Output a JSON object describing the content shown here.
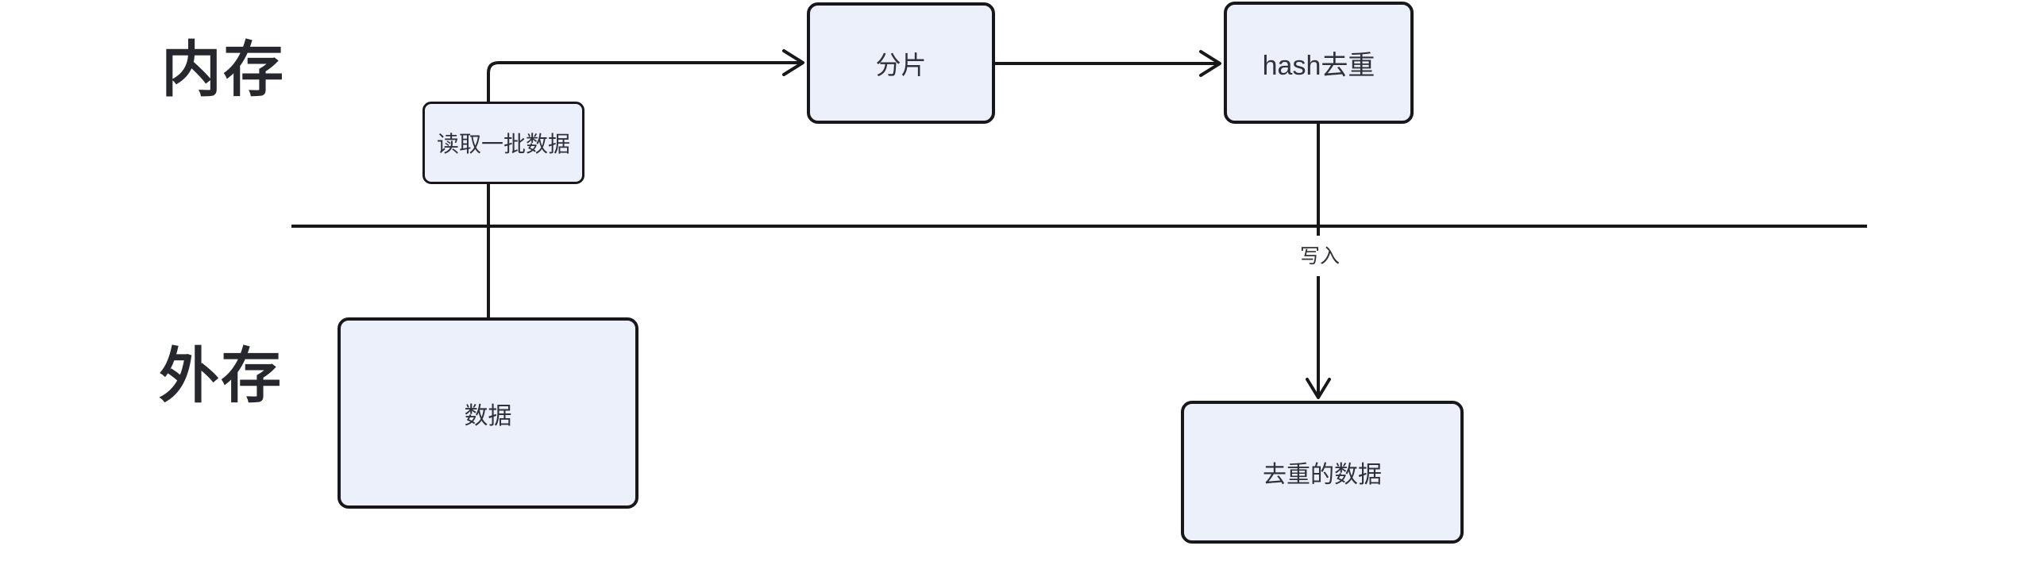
{
  "diagram": {
    "regions": {
      "memory": "内存",
      "disk": "外存"
    },
    "nodes": {
      "read_batch": {
        "label": "读取一批数据"
      },
      "shard": {
        "label": "分片"
      },
      "hash_dedup": {
        "label": "hash去重"
      },
      "data": {
        "label": "数据"
      },
      "dedup_data": {
        "label": "去重的数据"
      }
    },
    "edges": {
      "data_to_shard": {
        "from": "数据",
        "to": "分片",
        "label": ""
      },
      "shard_to_hash": {
        "from": "分片",
        "to": "hash去重",
        "label": ""
      },
      "hash_to_dedup": {
        "from": "hash去重",
        "to": "去重的数据",
        "label": "写入"
      }
    },
    "palette": {
      "stroke": "#18181b",
      "node_fill": "#ebf0fb",
      "node_text": "#2f3238",
      "region_text": "#26282e",
      "background": "#ffffff"
    }
  }
}
